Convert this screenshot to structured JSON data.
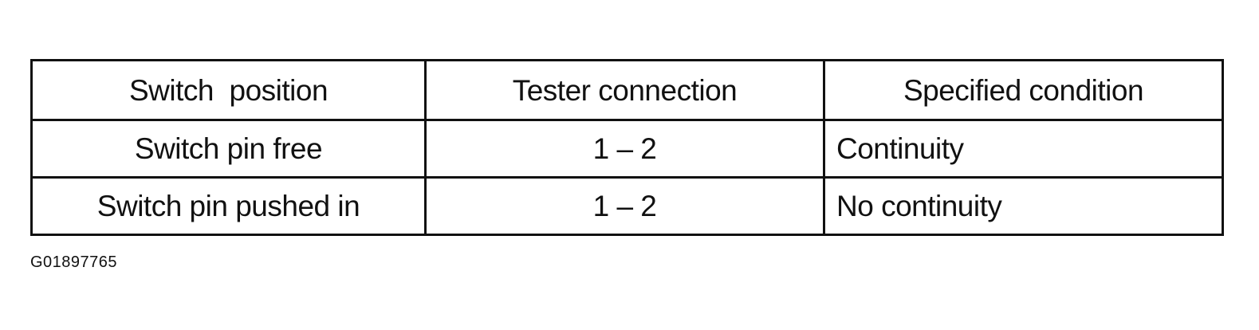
{
  "table": {
    "headers": [
      "Switch  position",
      "Tester connection",
      "Specified condition"
    ],
    "rows": [
      {
        "switch_position": "Switch pin free",
        "tester_connection": "1 – 2",
        "specified_condition": "Continuity"
      },
      {
        "switch_position": "Switch pin pushed in",
        "tester_connection": "1 – 2",
        "specified_condition": "No continuity"
      }
    ]
  },
  "figure_id": "G01897765"
}
